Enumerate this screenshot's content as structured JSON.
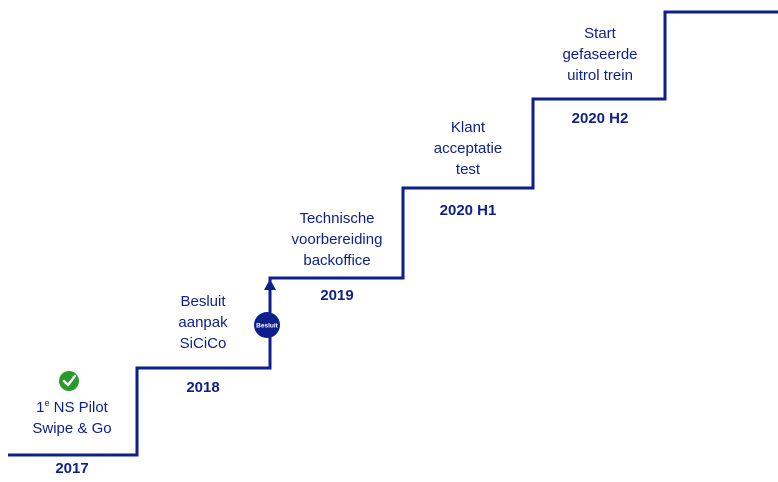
{
  "colors": {
    "primary": "#0d1f8c",
    "check": "#2a9a2a",
    "background": "#ffffff"
  },
  "steps": [
    {
      "year": "2017",
      "lines": [
        "1e NS Pilot",
        "Swipe & Go"
      ],
      "icon": "check-circle-icon"
    },
    {
      "year": "2018",
      "lines": [
        "Besluit",
        "aanpak",
        "SiCiCo"
      ]
    },
    {
      "year": "2019",
      "lines": [
        "Technische",
        "voorbereiding",
        "backoffice"
      ]
    },
    {
      "year": "2020 H1",
      "lines": [
        "Klant",
        "acceptatie",
        "test"
      ]
    },
    {
      "year": "2020 H2",
      "lines": [
        "Start",
        "gefaseerde",
        "uitrol trein"
      ]
    }
  ],
  "milestone": {
    "label": "Besluit",
    "icon": "up-arrow-icon"
  }
}
